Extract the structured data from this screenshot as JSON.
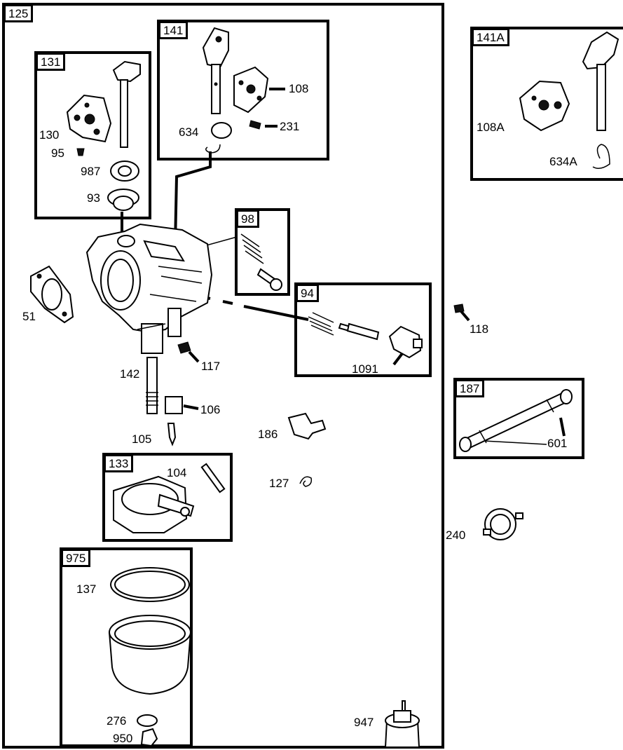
{
  "boxes": {
    "b125": "125",
    "b141": "141",
    "b131": "131",
    "b141A": "141A",
    "b98": "98",
    "b94": "94",
    "b187": "187",
    "b133": "133",
    "b975": "975"
  },
  "parts": {
    "p108": "108",
    "p231": "231",
    "p634": "634",
    "p130": "130",
    "p95": "95",
    "p987": "987",
    "p93": "93",
    "p108A": "108A",
    "p634A": "634A",
    "p51": "51",
    "p118": "118",
    "p1091": "1091",
    "p142": "142",
    "p117": "117",
    "p106": "106",
    "p105": "105",
    "p186": "186",
    "p601": "601",
    "p104": "104",
    "p127": "127",
    "p240": "240",
    "p137": "137",
    "p276": "276",
    "p950": "950",
    "p947": "947"
  },
  "colors": {
    "ink": "#000000",
    "paper": "#ffffff"
  }
}
